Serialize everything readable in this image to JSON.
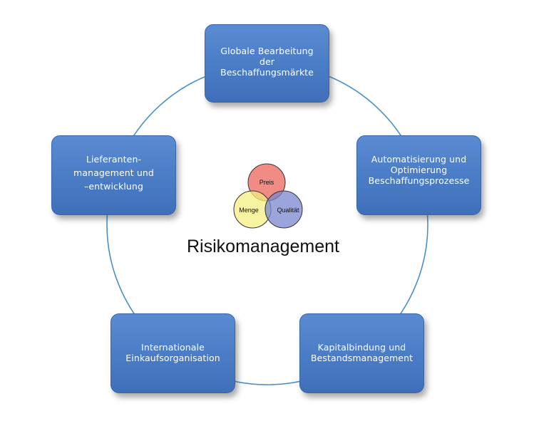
{
  "diagram": {
    "title": "Risikomanagement",
    "nodes": [
      {
        "id": "top",
        "lines": [
          "Globale Bearbeitung",
          "der",
          "Beschaffungsmärkte"
        ]
      },
      {
        "id": "right",
        "lines": [
          "Automatisierung und",
          "Optimierung",
          "Beschaffungsprozesse"
        ]
      },
      {
        "id": "bottom-right",
        "lines": [
          "Kapitalbindung und",
          "Bestandsmanagement"
        ]
      },
      {
        "id": "bottom-left",
        "lines": [
          "Internationale",
          "Einkaufsorganisation"
        ]
      },
      {
        "id": "left",
        "lines": [
          "Lieferanten-",
          "management und",
          "–entwicklung"
        ]
      }
    ],
    "venn": {
      "circles": [
        {
          "label": "Preis",
          "color": "#f07f78"
        },
        {
          "label": "Menge",
          "color": "#f4ef82"
        },
        {
          "label": "Qualität",
          "color": "#7a86cf"
        }
      ],
      "stroke": "#333333"
    },
    "colors": {
      "box": "#4a7cc6",
      "ring": "#4a90c8",
      "text": "#ffffff"
    }
  }
}
